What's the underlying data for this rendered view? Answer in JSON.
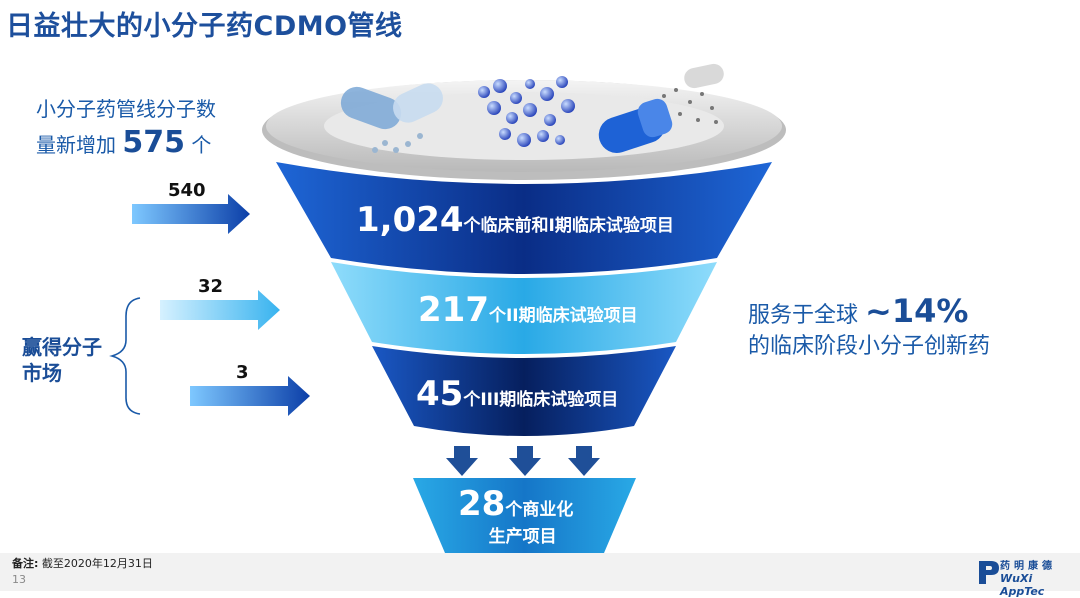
{
  "title": "日益壮大的小分子药CDMO管线",
  "intro": {
    "line1": "小分子药管线分子数",
    "line2_prefix": "量新增加 ",
    "number": "575",
    "line2_suffix": " 个"
  },
  "arrows": [
    {
      "value": "540"
    },
    {
      "value": "32"
    },
    {
      "value": "3"
    }
  ],
  "brace_label": {
    "line1": "赢得分子",
    "line2": "市场"
  },
  "stages": [
    {
      "number": "1,024",
      "text": "个临床前和I期临床试验项目"
    },
    {
      "number": "217",
      "text": "个II期临床试验项目"
    },
    {
      "number": "45",
      "text": "个III期临床试验项目"
    },
    {
      "number": "28",
      "text": "个商业化",
      "text2": "生产项目"
    }
  ],
  "right_note": {
    "prefix": "服务于全球 ",
    "number": "~14%",
    "rest": "的临床阶段小分子创新药"
  },
  "footnote": {
    "label": "备注:",
    "text": " 截至2020年12月31日"
  },
  "page_number": "13",
  "logo": {
    "cn": "药明康德",
    "en": "WuXi AppTec"
  },
  "colors": {
    "title": "#1d4f9c",
    "accent": "#1a5aa8",
    "light_blue": "#4fc3f7",
    "dark_blue": "#0b2f7a"
  }
}
